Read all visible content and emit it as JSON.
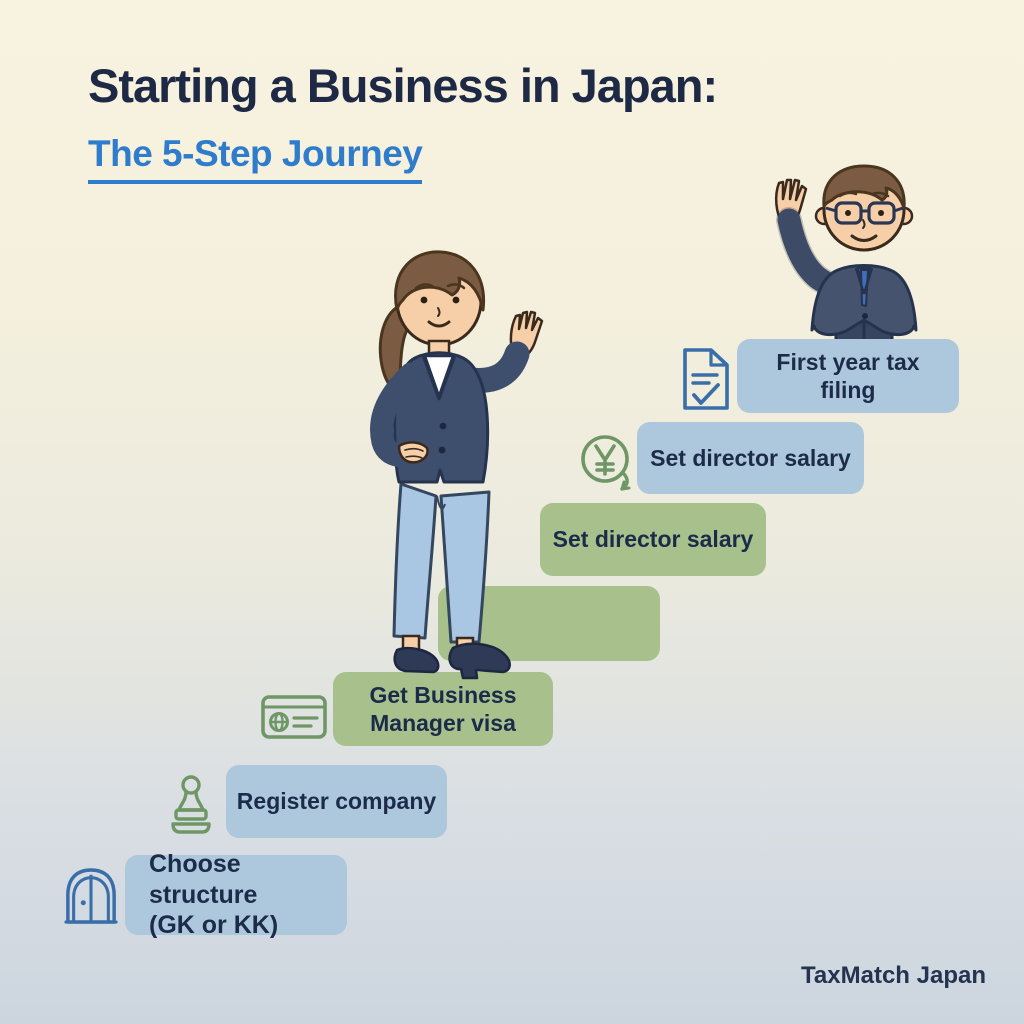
{
  "header": {
    "title": "Starting a Business in Japan:",
    "subtitle": "The 5-Step Journey"
  },
  "steps": [
    {
      "label": "Choose structure\n(GK or KK)",
      "color": "blue",
      "icon": "door-icon"
    },
    {
      "label": "Register company",
      "color": "blue",
      "icon": "stamp-icon"
    },
    {
      "label": "Get Business\nManager visa",
      "color": "green",
      "icon": "residence-card-icon"
    },
    {
      "label": "",
      "color": "green",
      "icon": ""
    },
    {
      "label": "Set director salary",
      "color": "green",
      "icon": ""
    },
    {
      "label": "Set director salary",
      "color": "blue",
      "icon": "yen-circle-icon"
    },
    {
      "label": "First year tax\nfiling",
      "color": "blue",
      "icon": "tax-document-icon"
    }
  ],
  "characters": [
    {
      "name": "businesswoman-waving"
    },
    {
      "name": "businessman-waving"
    }
  ],
  "footer": {
    "brand": "TaxMatch Japan"
  },
  "colors": {
    "background_top": "#f8f3e0",
    "background_bottom": "#ccd5df",
    "title_text": "#1e2a45",
    "subtitle_text": "#2e7ccb",
    "step_blue": "#adc8dc",
    "step_green": "#a8c18c",
    "step_text": "#1d2b4a",
    "icon_blue": "#3a6ea8",
    "icon_green": "#6f9766",
    "suit_navy": "#3e4f6e",
    "pants_blue": "#a9c6e2"
  }
}
